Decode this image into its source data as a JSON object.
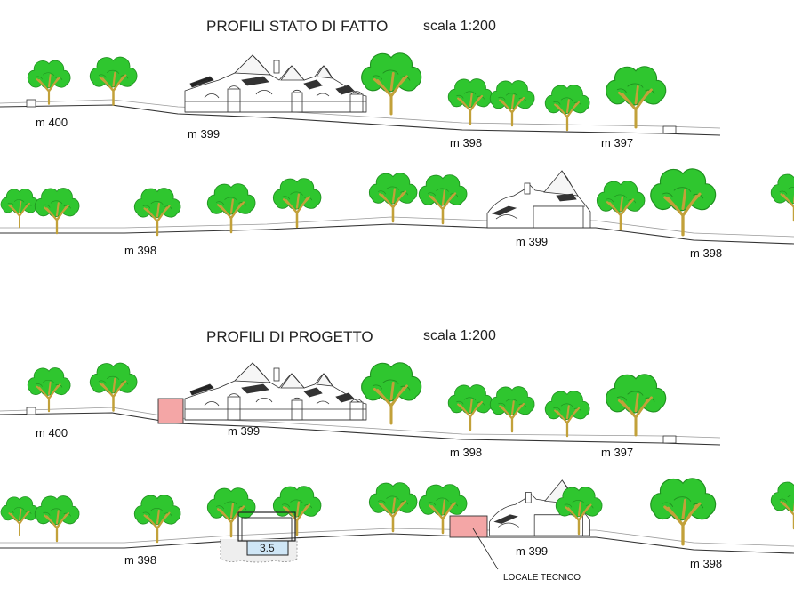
{
  "sections": [
    {
      "title": "PROFILI STATO DI FATTO",
      "scale": "scala 1:200",
      "profiles": [
        {
          "labels": [
            "m 400",
            "m 399",
            "m 398",
            "m 397"
          ]
        },
        {
          "labels": [
            "m 398",
            "m 399",
            "m 398"
          ]
        }
      ]
    },
    {
      "title": "PROFILI DI PROGETTO",
      "scale": "scala 1:200",
      "profiles": [
        {
          "labels": [
            "m 400",
            "m 399",
            "m 398",
            "m 397"
          ]
        },
        {
          "labels": [
            "m 398",
            "m 399",
            "m 398"
          ]
        }
      ]
    }
  ],
  "pool_depth": "3.5",
  "locale_tecnico": "LOCALE TECNICO",
  "colors": {
    "foliage": "#2fc62f",
    "foliage_dark": "#1f8f1f",
    "trunk": "#c2a13a",
    "new_structure": "#f4a6a6",
    "pool_water": "#cfe6f6"
  },
  "icons": [
    "tree-icon",
    "trullo-building-icon",
    "pool-icon",
    "technical-room-icon"
  ]
}
